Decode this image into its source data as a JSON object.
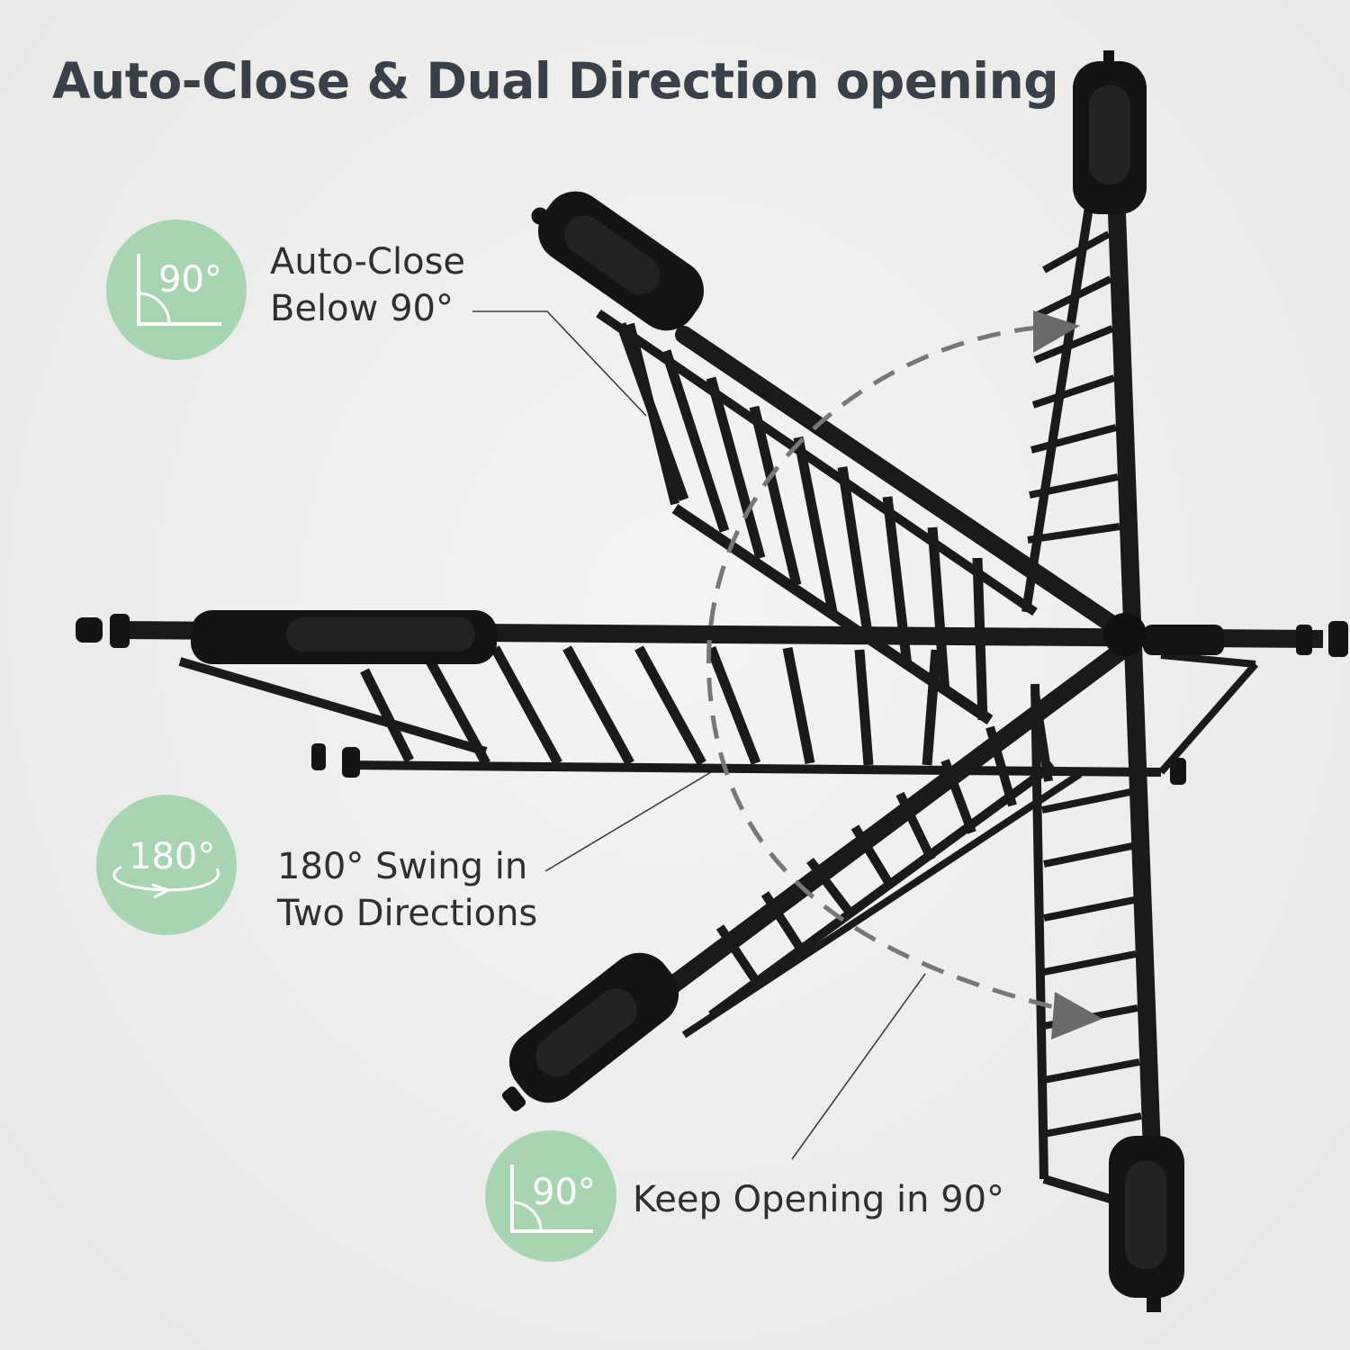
{
  "title": "Auto-Close & Dual Direction opening",
  "features": [
    {
      "badge": "90°",
      "line1": "Auto-Close",
      "line2": "Below 90°",
      "icon": "right-angle-icon"
    },
    {
      "badge": "180°",
      "line1": "180° Swing in",
      "line2": "Two Directions",
      "icon": "rotation-arrow-icon"
    },
    {
      "badge": "90°",
      "line1": "Keep Opening in 90°",
      "icon": "right-angle-icon"
    }
  ],
  "colors": {
    "badge": "#a8d5b1",
    "gate": "#161616",
    "title": "#3a4049",
    "dashed_arc": "#7a7a7a"
  }
}
